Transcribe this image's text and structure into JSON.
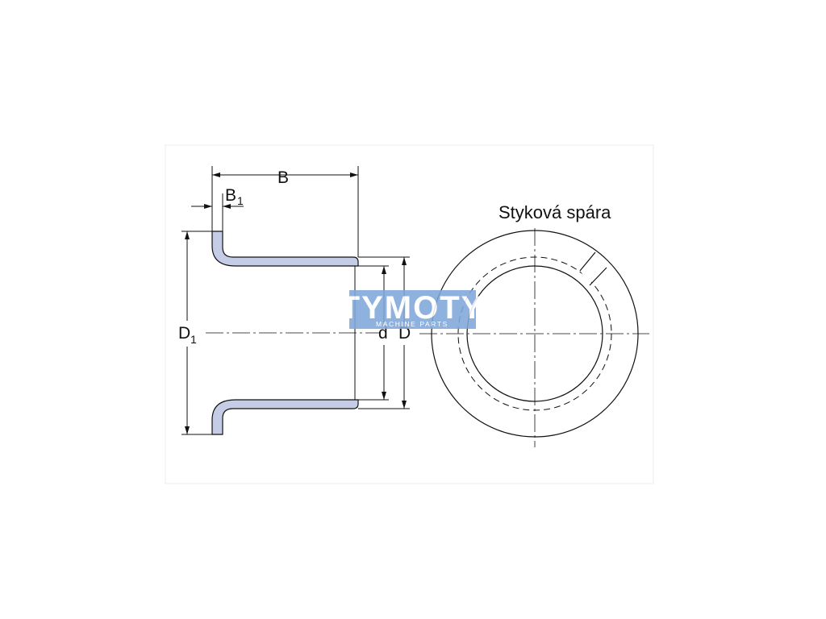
{
  "labels": {
    "B": "B",
    "B1_main": "B",
    "B1_sub": "1",
    "D1_main": "D",
    "D1_sub": "1",
    "d": "d",
    "D": "D"
  },
  "caption": "Styková spára",
  "watermark": {
    "main": "TYMOTY",
    "sub": "MACHINE PARTS"
  },
  "colors": {
    "bushing_fill": "#c5cde6",
    "watermark": "#7fa8d9",
    "line": "#111111"
  }
}
